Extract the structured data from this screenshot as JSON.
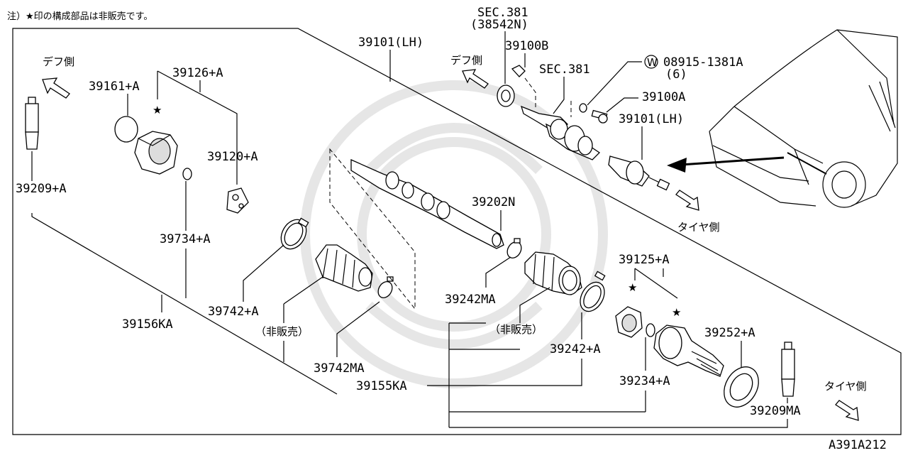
{
  "note": "注）★印の構成部品は非販売です。",
  "diagram_code": "A391A212",
  "colors": {
    "line": "#000000",
    "background": "#ffffff",
    "watermark": "#e6e6e6"
  },
  "labels": {
    "sec381_top": "SEC.381",
    "sec381_top_sub": "(38542N)",
    "sec381_mid": "SEC.381",
    "p39100B": "39100B",
    "p08915": "08915-1381A",
    "p08915_qty": "(6)",
    "washer_mark": "W",
    "p39100A": "39100A",
    "p39101_lh_top": "39101(LH)",
    "p39101_lh_right": "39101(LH)",
    "diff_side_left": "デフ側",
    "diff_side_top": "デフ側",
    "tire_side_mid": "タイヤ側",
    "tire_side_bottom": "タイヤ側",
    "p39161A": "39161+A",
    "p39126A": "39126+A",
    "p39120A": "39120+A",
    "p39209A": "39209+A",
    "p39734A": "39734+A",
    "p39742A": "39742+A",
    "p39156KA": "39156KA",
    "not_sold_left": "（非販売）",
    "p39742MA": "39742MA",
    "p39202N": "39202N",
    "p39242MA": "39242MA",
    "not_sold_right": "（非販売）",
    "p39242A": "39242+A",
    "p39125A": "39125+A",
    "p39252A": "39252+A",
    "p39155KA": "39155KA",
    "p39234A": "39234+A",
    "p39209MA": "39209MA"
  }
}
